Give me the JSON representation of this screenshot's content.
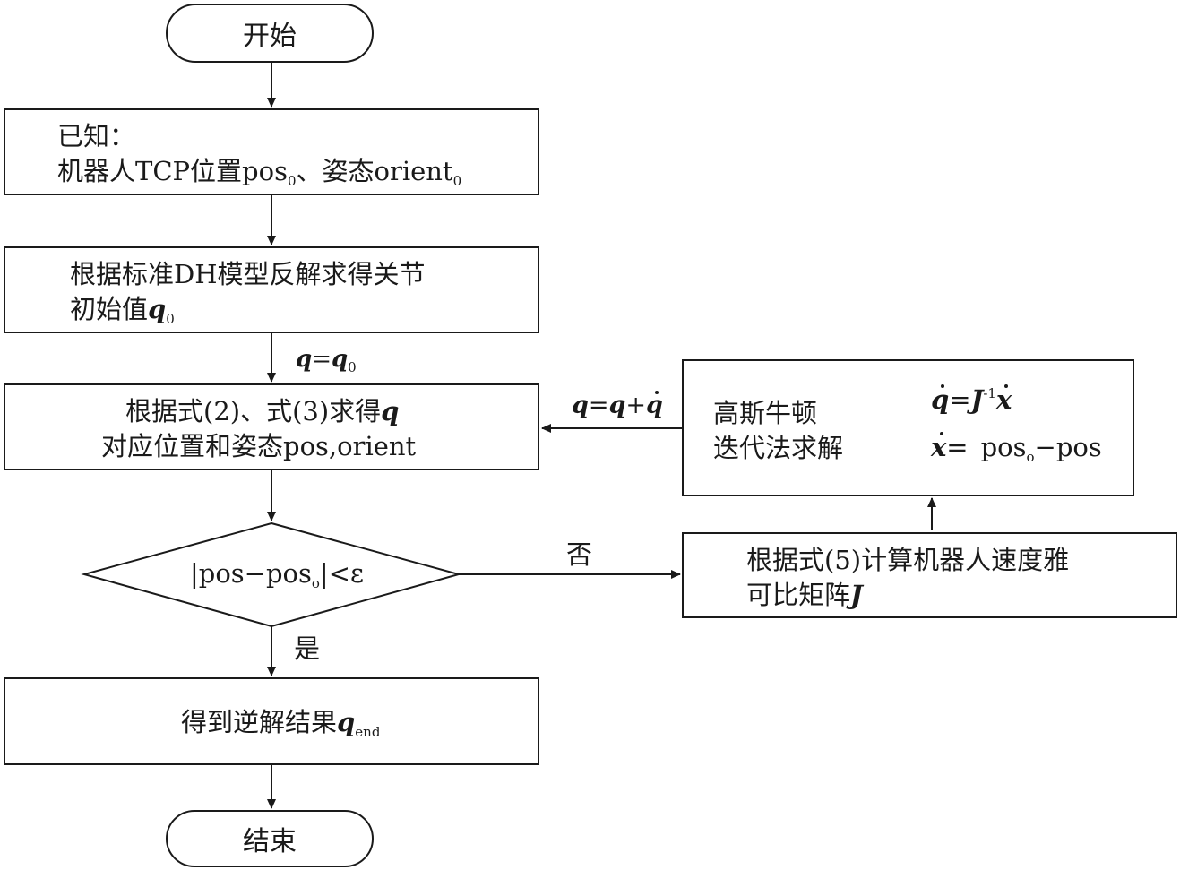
{
  "start": {
    "label": "开始"
  },
  "known": {
    "line1": "已知：",
    "line2_a": "机器人TCP位置pos",
    "line2_sub1": "0",
    "line2_b": "、姿态orient",
    "line2_sub2": "0"
  },
  "dh": {
    "line1": "根据标准DH模型反解求得关节",
    "line2": "初始值",
    "var": "q",
    "sub": "0"
  },
  "assign": {
    "lhs": "q",
    "eq": "=",
    "rhs": "q",
    "sub": "0"
  },
  "compute": {
    "line1": "根据式(2)、式(3)求得",
    "var": "q",
    "line2": "对应位置和姿态pos,orient"
  },
  "update": {
    "lhs": "q",
    "eq": "=",
    "a": "q",
    "plus": "+",
    "b": "q"
  },
  "gauss": {
    "line1": "高斯牛顿",
    "line2": "迭代法求解",
    "eq1_lhs": "q",
    "eq1_eq": "=",
    "eq1_J": "J",
    "eq1_exp": "-1",
    "eq1_x": "x",
    "eq2_lhs": "x",
    "eq2_eq": "=",
    "eq2_a": "pos",
    "eq2_sub": "o",
    "eq2_b": "−pos"
  },
  "decision": {
    "a": "|pos−pos",
    "sub": "o",
    "b": "|<ε",
    "no": "否",
    "yes": "是"
  },
  "jacobian": {
    "line1": "根据式(5)计算机器人速度雅",
    "line2": "可比矩阵",
    "var": "J"
  },
  "result": {
    "label": "得到逆解结果",
    "var": "q",
    "sub": "end"
  },
  "end": {
    "label": "结束"
  }
}
